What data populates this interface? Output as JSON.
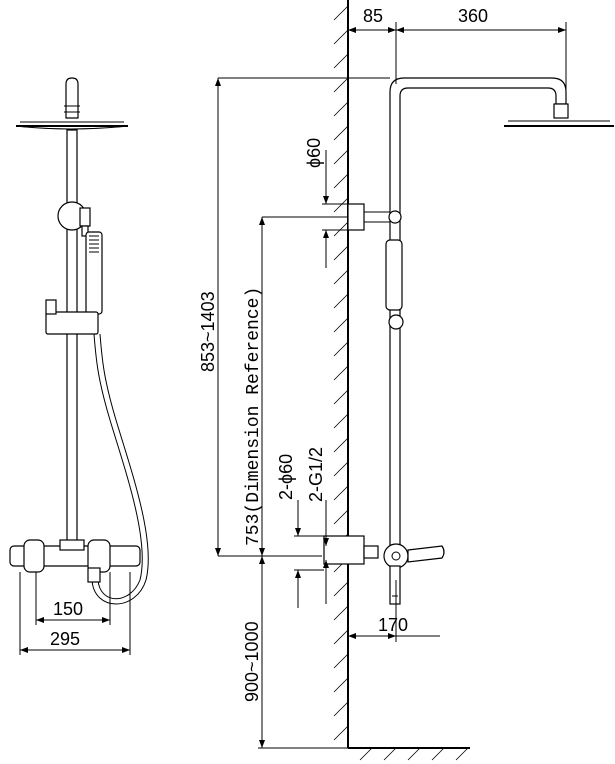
{
  "dimensions": {
    "wall_offset": "85",
    "arm_reach": "360",
    "head_height": "853~1403",
    "reference_height": "753(Dimension Reference)",
    "inlet_spacing": "2-ϕ60",
    "thread": "2-G1/2",
    "top_inlet_diameter": "ϕ60",
    "floor_height": "900~1000",
    "spout_reach": "170",
    "inner_width": "150",
    "outer_width": "295"
  },
  "colors": {
    "line": "#000000",
    "background": "#ffffff"
  }
}
